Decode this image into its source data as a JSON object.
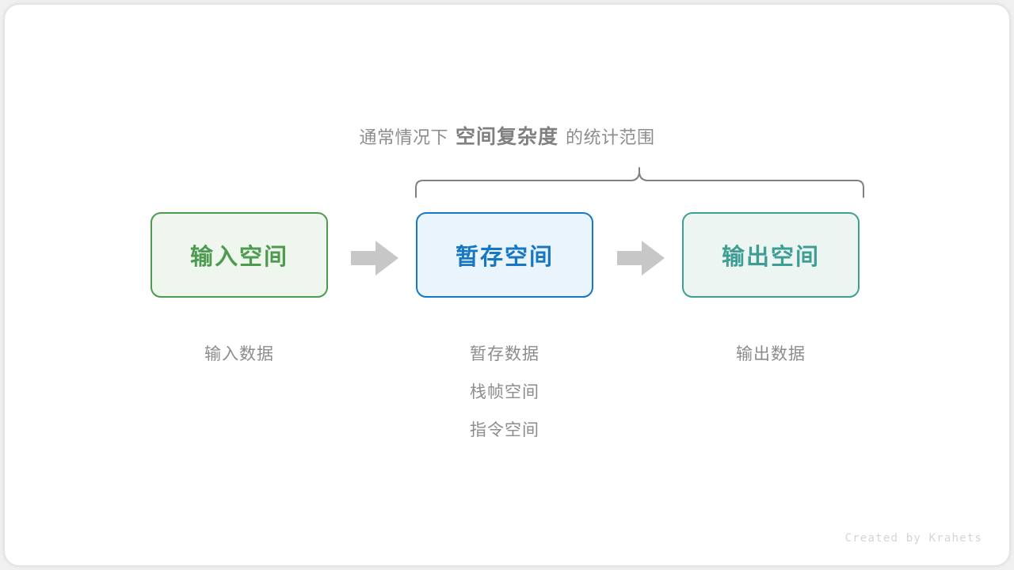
{
  "heading": {
    "prefix": "通常情况下",
    "emphasis": "空间复杂度",
    "suffix": "的统计范围"
  },
  "boxes": [
    {
      "label": "输入空间",
      "color": "#4d9b4f",
      "fill": "#eef6ee"
    },
    {
      "label": "暂存空间",
      "color": "#1677c4",
      "fill": "#eaf4fd"
    },
    {
      "label": "输出空间",
      "color": "#3f9e94",
      "fill": "#edf5f3"
    }
  ],
  "arrows": [
    {
      "name": "input-to-temp",
      "color": "#c7c7c7"
    },
    {
      "name": "temp-to-output",
      "color": "#c7c7c7"
    }
  ],
  "captions": {
    "input": [
      "输入数据"
    ],
    "temp": [
      "暂存数据",
      "栈帧空间",
      "指令空间"
    ],
    "output": [
      "输出数据"
    ]
  },
  "brace": {
    "color": "#808080",
    "spans_boxes": [
      "暂存空间",
      "输出空间"
    ]
  },
  "credit": "Created by Krahets",
  "palette": {
    "background": "#f0f0f0",
    "card": "#ffffff",
    "text_gray": "#8c8c8c",
    "credit_gray": "#d4d4d4"
  }
}
